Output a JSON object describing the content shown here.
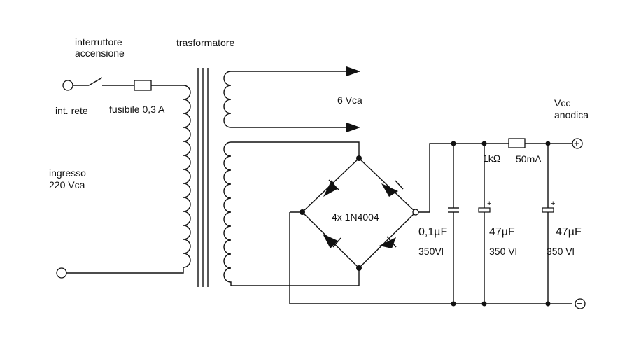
{
  "diagram": {
    "labels": {
      "switch_label": "interruttore\naccensione",
      "mains_input": "int. rete",
      "fuse": "fusibile 0,3 A",
      "transformer": "trasformatore",
      "input_voltage": "ingresso\n220 Vca",
      "secondary_output": "6 Vca",
      "bridge": "4x 1N4004",
      "c1_value": "0,1µF",
      "c1_voltage": "350Vl",
      "c2_value": "47µF",
      "c2_voltage": "350 Vl",
      "c3_value": "47µF",
      "c3_voltage": "350 Vl",
      "resistor_value": "1kΩ",
      "current": "50mA",
      "output": "Vcc\nanodica",
      "plus_terminal": "+",
      "minus_terminal": "−",
      "cap_plus": "+"
    },
    "colors": {
      "ink": "#111111",
      "background": "#ffffff"
    }
  }
}
